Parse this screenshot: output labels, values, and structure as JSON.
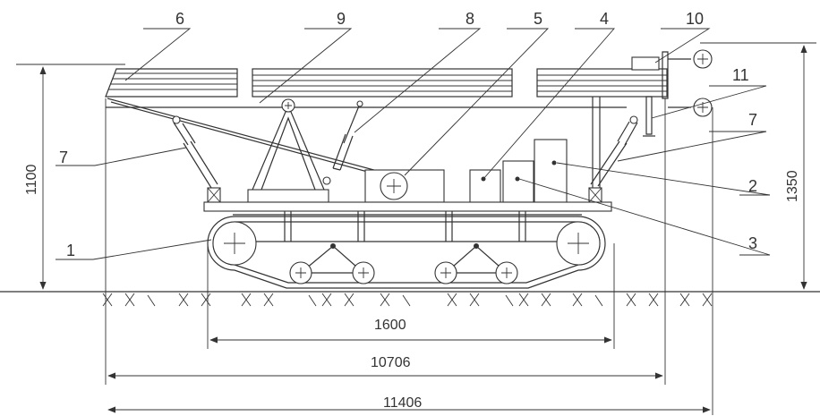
{
  "part_labels": [
    "1",
    "2",
    "3",
    "4",
    "5",
    "6",
    "7",
    "7",
    "8",
    "9",
    "10",
    "11"
  ],
  "dimensions": {
    "track_span": "1600",
    "frame_length": "10706",
    "overall_length": "11406",
    "left_height": "1100",
    "right_height": "1350"
  },
  "colors": {
    "line": "#333333",
    "background": "#ffffff"
  }
}
